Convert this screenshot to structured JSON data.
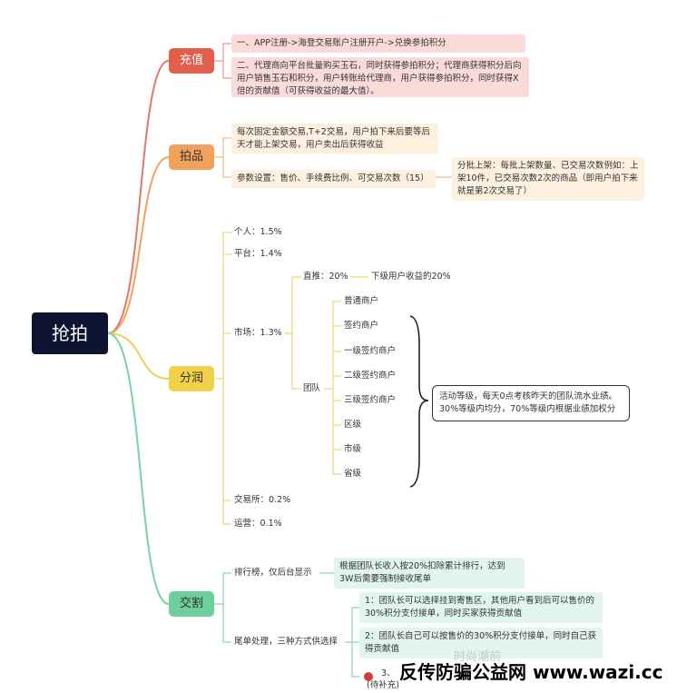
{
  "root": "抢拍",
  "branches": {
    "recharge": {
      "label": "充值",
      "items": [
        "一、APP注册->海登交易账户注册开户->兑换参拍积分",
        "二、代理商向平台批量购买玉石，同时获得参拍积分；代理商获得积分后向用户销售玉石和积分，用户转账给代理商，用户获得参拍积分，同时获得X倍的贡献值（可获得收益的最大值）。"
      ]
    },
    "bidding": {
      "label": "拍品",
      "items": [
        "每次固定金额交易,T+2交易，用户拍下来后要等后天才能上架交易，用户卖出后获得收益",
        "参数设置：售价、手续费比例、可交易次数（15）"
      ],
      "param_note": "分批上架：每批上架数量、已交易次数例如：上架10件，已交易次数2次的商品（即用户拍下来就是第2次交易了）"
    },
    "share": {
      "label": "分润",
      "personal": "个人：1.5%",
      "platform": "平台：1.4%",
      "market": "市场：1.3%",
      "direct": "直推：20%",
      "direct_sub": "下级用户收益的20%",
      "team": "团队",
      "team_levels": [
        "普通商户",
        "签约商户",
        "一级签约商户",
        "二级签约商户",
        "三级签约商户",
        "区级",
        "市级",
        "省级"
      ],
      "team_note": "活动等级，每天0点考核昨天的团队流水业绩。30%等级内均分，70%等级内根据业绩加权分",
      "exchange": "交易所：0.2%",
      "operation": "运营：0.1%"
    },
    "delivery": {
      "label": "交割",
      "ranking": "排行榜，仅后台显示",
      "ranking_note": "根据团队长收入按20%扣除累计排行，达到3W后需要强制接收尾单",
      "tail": "尾单处理，三种方式供选择",
      "options": [
        "1：团队长可以选择挂到寄售区，其他用户看到后可以售价的30%积分支付接单，同时买家获得贡献值",
        "2：团队长自己可以按售价的30%积分支付接单，同时自己获得贡献值",
        "3、",
        "(待补充)"
      ]
    }
  },
  "watermark": "反传防骗公益网 www.wazi.cc",
  "ghost_text": "时尚潮前"
}
